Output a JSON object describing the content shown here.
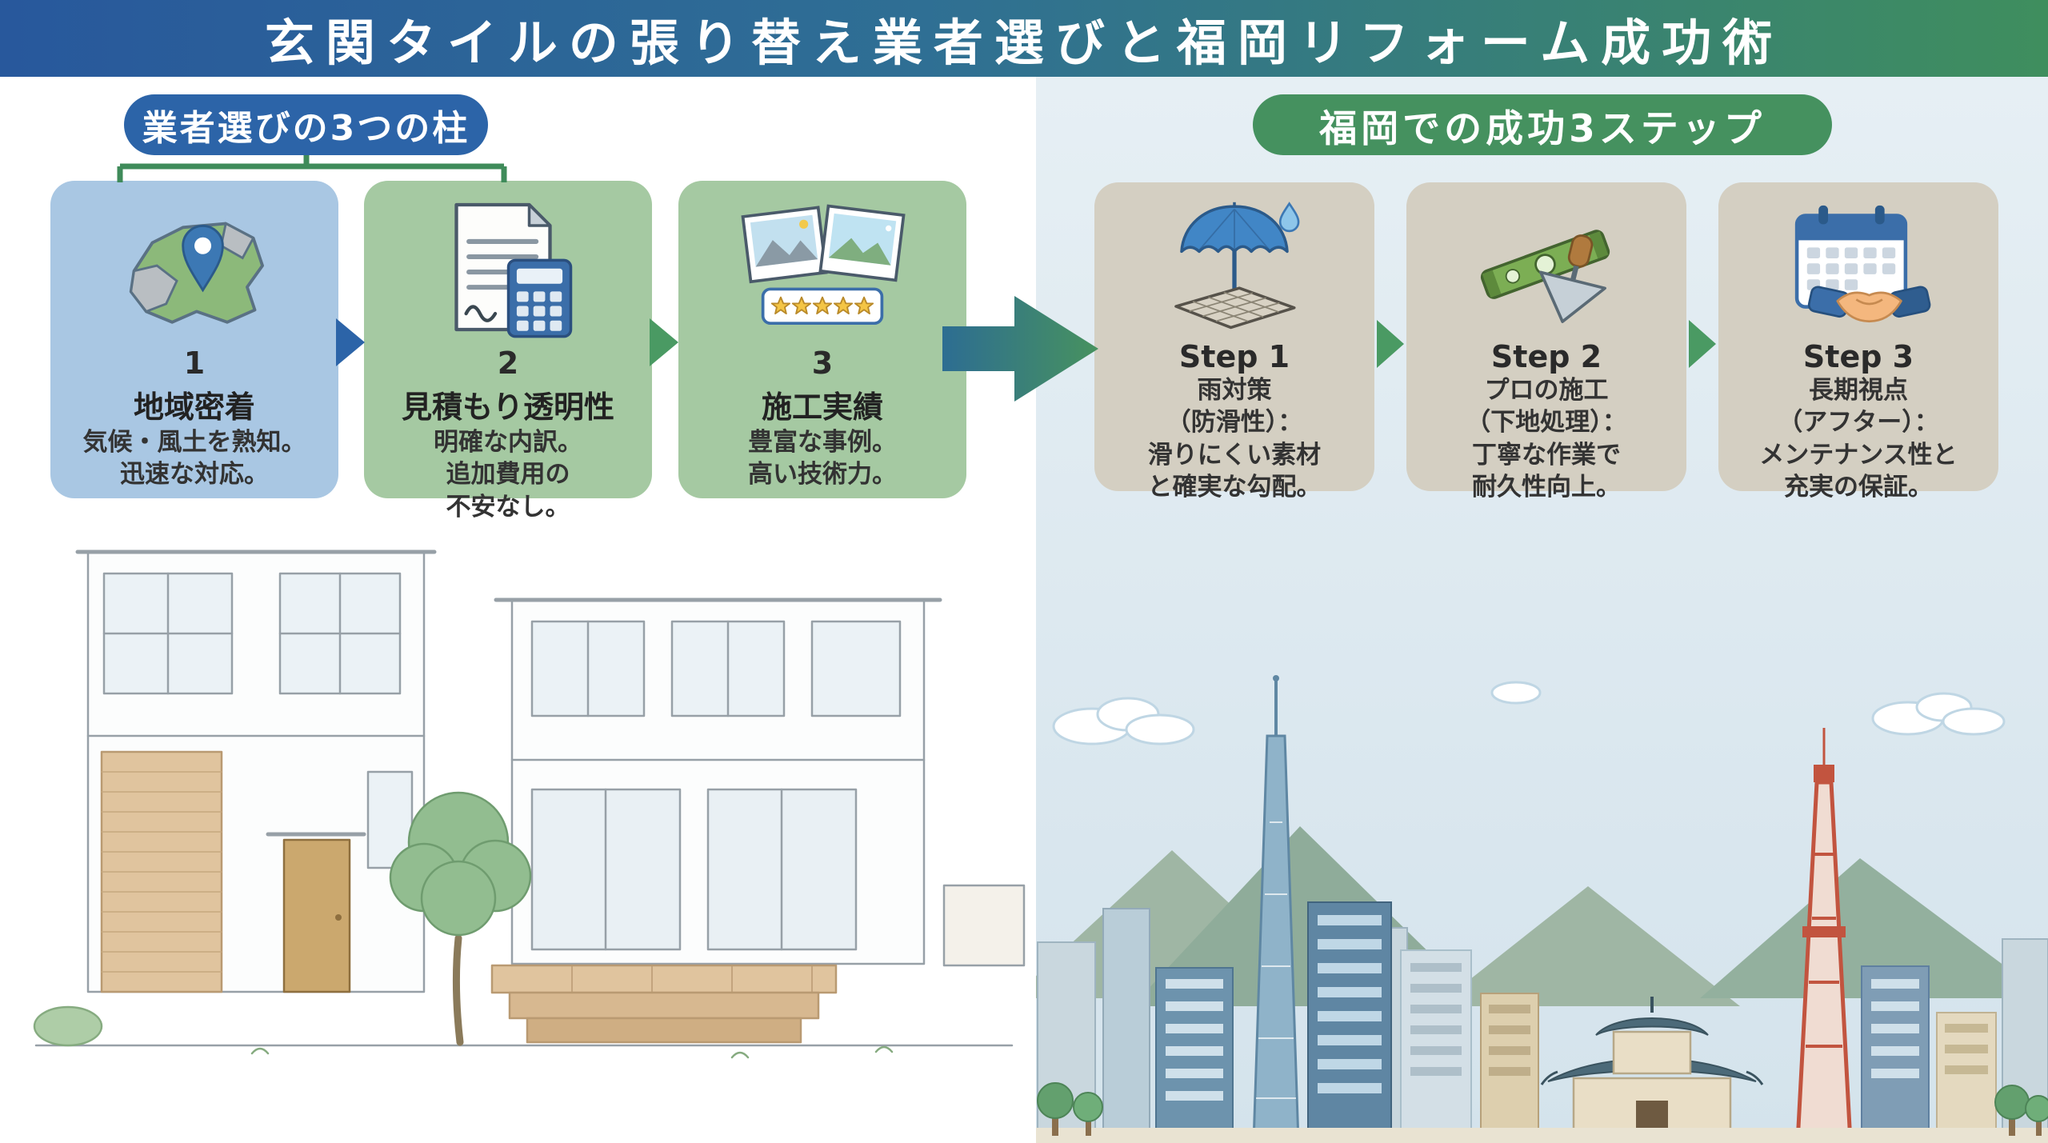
{
  "title": "玄関タイルの張り替え業者選びと福岡リフォーム成功術",
  "left": {
    "header": "業者選びの3つの柱",
    "cards": [
      {
        "icon": "fukuoka-map-pin-icon",
        "number": "1",
        "heading": "地域密着",
        "lines": [
          "気候・風土を熟知。",
          "迅速な対応。"
        ]
      },
      {
        "icon": "estimate-document-calculator-icon",
        "number": "2",
        "heading": "見積もり透明性",
        "lines": [
          "明確な内訳。",
          "追加費用の",
          "不安なし。"
        ]
      },
      {
        "icon": "work-photos-rating-icon",
        "number": "3",
        "heading": "施工実績",
        "lines": [
          "豊富な事例。",
          "高い技術力。"
        ]
      }
    ]
  },
  "right": {
    "header": "福岡での成功3ステップ",
    "cards": [
      {
        "icon": "umbrella-tile-icon",
        "step": "Step 1",
        "lines": [
          "雨対策",
          "（防滑性）：",
          "滑りにくい素材",
          "と確実な勾配。"
        ]
      },
      {
        "icon": "level-trowel-icon",
        "step": "Step 2",
        "lines": [
          "プロの施工",
          "（下地処理）：",
          "丁寧な作業で",
          "耐久性向上。"
        ]
      },
      {
        "icon": "calendar-handshake-icon",
        "step": "Step 3",
        "lines": [
          "長期視点",
          "（アフター）：",
          "メンテナンス性と",
          "充実の保証。"
        ]
      }
    ]
  },
  "colors": {
    "banner_blue": "#28589c",
    "banner_green": "#3f8e5e",
    "pill_blue": "#2c64a8",
    "pill_green": "#45915f",
    "card_blue": "#a9c7e3",
    "card_green": "#a5c9a2",
    "card_beige": "#d4cfc2",
    "arrow_blue": "#2c64a8",
    "arrow_green": "#4a9a63",
    "right_panel_bg": "#d9e7ef"
  }
}
